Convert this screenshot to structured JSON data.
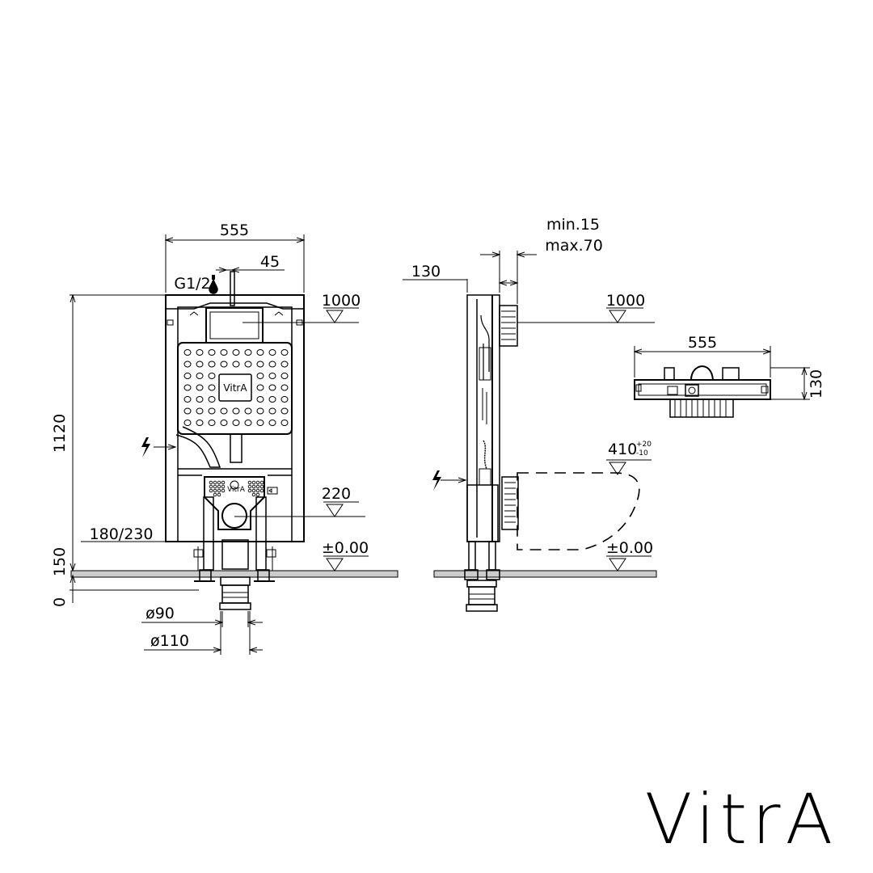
{
  "front_view": {
    "width": "555",
    "pipe_offset": "45",
    "thread": "G1/2",
    "height": "1120",
    "level_cistern": "1000",
    "level_drain": "220",
    "level_floor": "±0.00",
    "foot_adjust": "180/230",
    "floor_range_top": "150",
    "floor_range_bottom": "0",
    "pipe_d90": "ø90",
    "pipe_d110": "ø110",
    "panel_brand": "VitrA",
    "outlet_brand": "VitrA"
  },
  "side_view": {
    "depth": "130",
    "wall_min": "min.15",
    "wall_max": "max.70",
    "level_cistern": "1000",
    "bowl_height": "410",
    "bowl_tol_plus": "+20",
    "bowl_tol_minus": "-10",
    "level_floor": "±0.00"
  },
  "top_view": {
    "width": "555",
    "depth": "130"
  },
  "brand": "VitrA",
  "colors": {
    "line": "#000000",
    "background": "#ffffff",
    "floor_fill": "#cccccc"
  }
}
